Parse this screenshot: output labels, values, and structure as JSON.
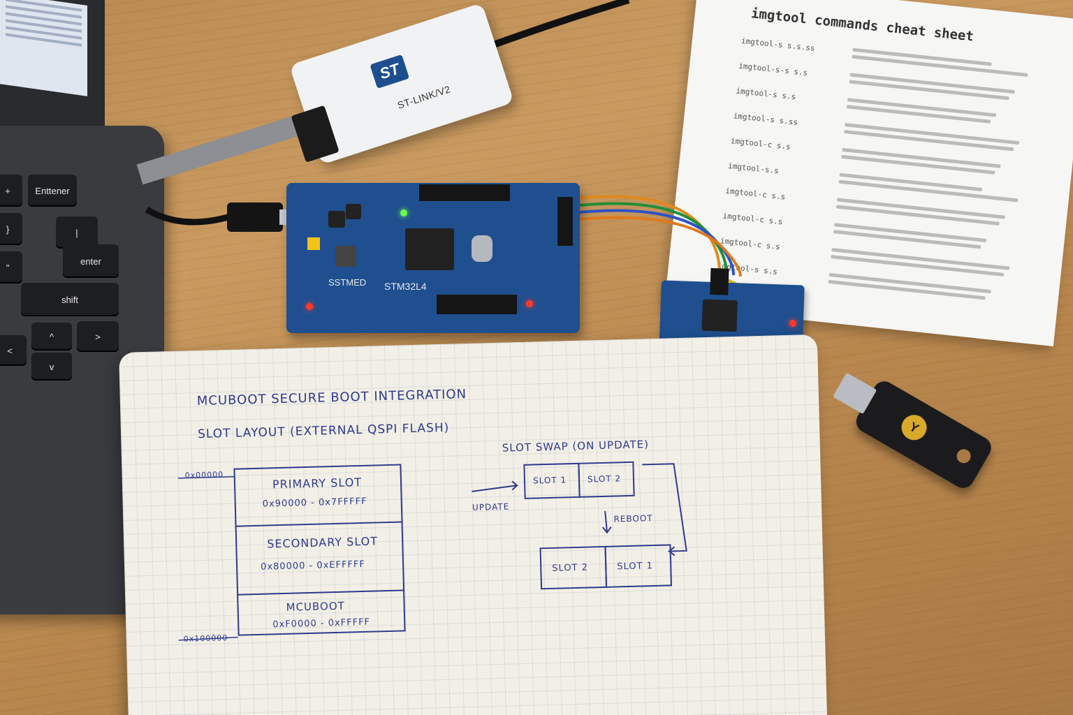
{
  "laptop": {
    "keys": [
      "Enttener",
      "enter",
      "shift"
    ]
  },
  "cheat_sheet": {
    "title": "imgtool commands cheat sheet",
    "commands": [
      "imgtool-s s.s.ss",
      "imgtool-s-s s.s",
      "imgtool-s s.s",
      "imgtool-s s.ss",
      "imgtool-c s.s",
      "imgtool-s.s",
      "imgtool-c s.s",
      "imgtool-c s.s",
      "imgtool-c s.s",
      "imgtool-s s.s"
    ]
  },
  "stlink": {
    "logo": "ST",
    "label": "ST-LINK/V2"
  },
  "board": {
    "label": "STM32L4",
    "sub_label": "SSTMED"
  },
  "yubikey": {
    "logo": "Y"
  },
  "notebook": {
    "title": "MCUBOOT SECURE BOOT INTEGRATION",
    "subtitle": "SLOT LAYOUT (EXTERNAL QSPI FLASH)",
    "addr_top": "0x00000",
    "addr_bottom": "0x100000",
    "slots": [
      {
        "name": "PRIMARY SLOT",
        "range": "0x90000 - 0x7FFFFF"
      },
      {
        "name": "SECONDARY SLOT",
        "range": "0x80000 - 0xEFFFFF"
      },
      {
        "name": "MCUBOOT",
        "range": "0xF0000 - 0xFFFFF"
      }
    ],
    "swap_title": "SLOT SWAP (ON UPDATE)",
    "update_label": "UPDATE",
    "reboot_label": "REBOOT",
    "swap_before": [
      "SLOT 1",
      "SLOT 2"
    ],
    "swap_after": [
      "SLOT 2",
      "SLOT 1"
    ]
  }
}
